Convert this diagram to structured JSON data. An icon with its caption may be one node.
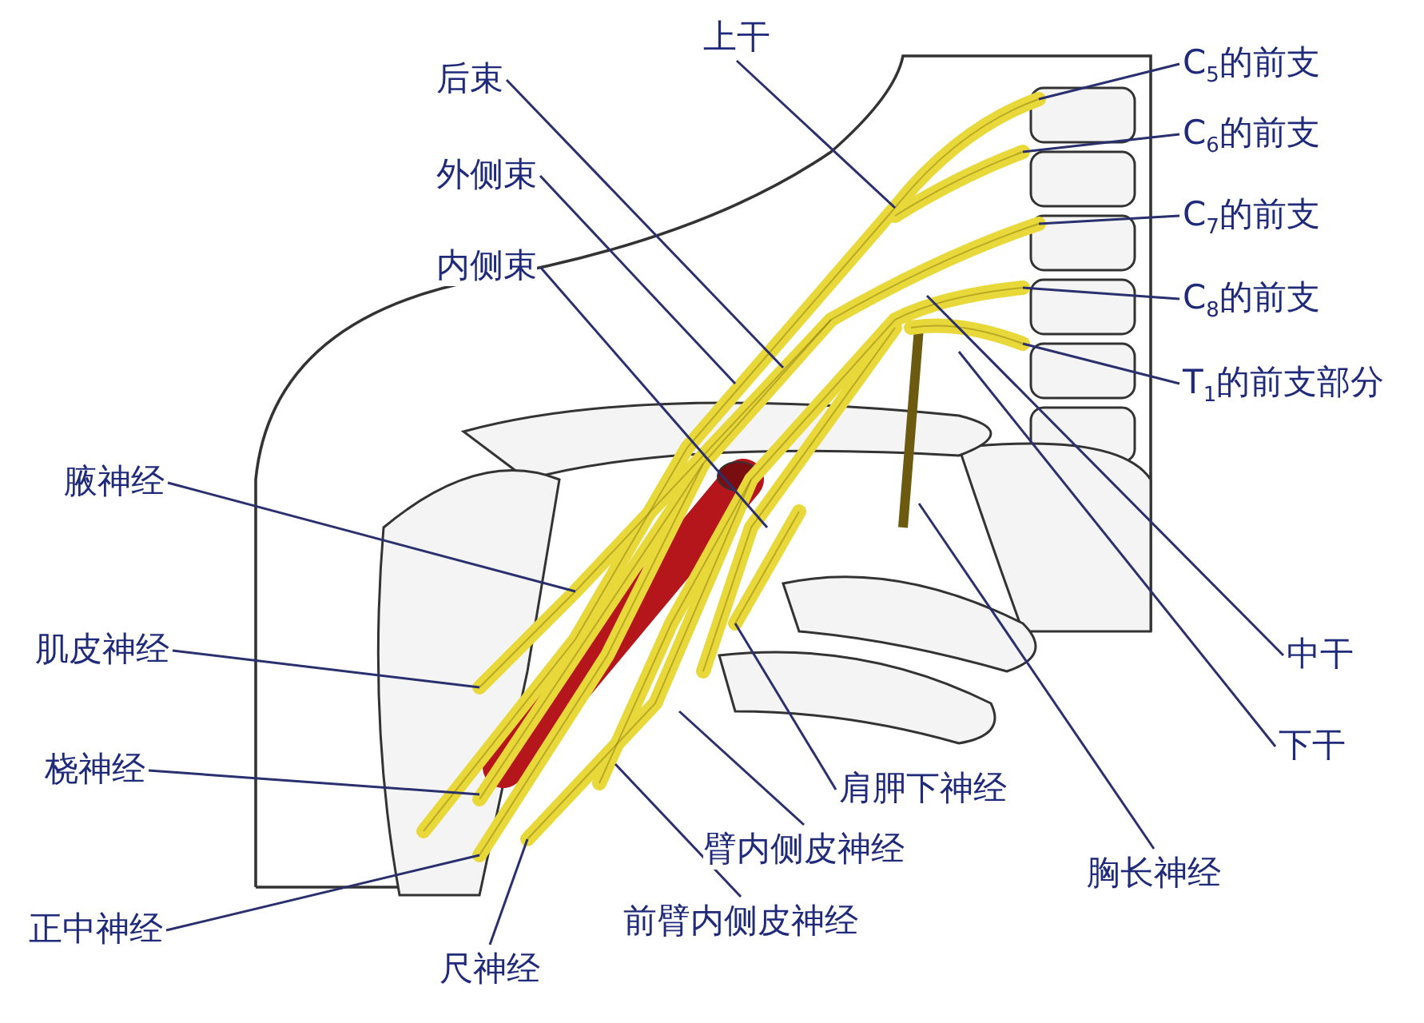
{
  "diagram": {
    "nodes": [
      {
        "text": [
          "上干"
        ]
      },
      {
        "text": [
          "后束"
        ]
      },
      {
        "text": [
          "C$_{5}$的前支"
        ]
      },
      {
        "text": [
          "C$_{6}$的前支"
        ]
      },
      {
        "text": [
          "外侧束"
        ]
      },
      {
        "text": [
          "C$_{7}$的前支"
        ]
      },
      {
        "text": [
          "内侧束"
        ]
      },
      {
        "text": [
          "C$_{8}$的前支"
        ]
      },
      {
        "text": [
          "T$_{1}$的前支部分"
        ]
      },
      {
        "text": [
          "腋神经"
        ]
      },
      {
        "text": [
          "肌皮神经"
        ]
      },
      {
        "text": [
          "中干"
        ]
      },
      {
        "text": [
          "下干"
        ]
      },
      {
        "text": [
          "桡神经"
        ]
      },
      {
        "text": [
          "肩胛下神经"
        ]
      },
      {
        "text": [
          "臂内侧皮神经"
        ]
      },
      {
        "text": [
          "胸长神经"
        ]
      },
      {
        "text": [
          "前臂内侧皮神经"
        ]
      },
      {
        "text": [
          "正中神经"
        ]
      },
      {
        "text": [
          "尺神经"
        ]
      }
    ],
    "edges": [
      {
        "from": 0,
        "to": null,
        "arrow": "none"
      },
      {
        "from": 1,
        "to": null,
        "arrow": "none"
      },
      {
        "from": 2,
        "to": null,
        "arrow": "none"
      },
      {
        "from": 3,
        "to": null,
        "arrow": "none"
      },
      {
        "from": 4,
        "to": null,
        "arrow": "none"
      },
      {
        "from": 5,
        "to": null,
        "arrow": "none"
      },
      {
        "from": 6,
        "to": null,
        "arrow": "none"
      },
      {
        "from": 7,
        "to": null,
        "arrow": "none"
      },
      {
        "from": 8,
        "to": null,
        "arrow": "none"
      },
      {
        "from": 9,
        "to": null,
        "arrow": "none"
      },
      {
        "from": 10,
        "to": null,
        "arrow": "none"
      },
      {
        "from": 11,
        "to": null,
        "arrow": "none"
      },
      {
        "from": 12,
        "to": null,
        "arrow": "none"
      },
      {
        "from": 13,
        "to": null,
        "arrow": "none"
      },
      {
        "from": 14,
        "to": null,
        "arrow": "none"
      },
      {
        "from": 15,
        "to": null,
        "arrow": "none"
      },
      {
        "from": 16,
        "to": null,
        "arrow": "none"
      },
      {
        "from": 17,
        "to": null,
        "arrow": "none"
      },
      {
        "from": 18,
        "to": null,
        "arrow": "none"
      },
      {
        "from": 19,
        "to": null,
        "arrow": "none"
      }
    ]
  }
}
